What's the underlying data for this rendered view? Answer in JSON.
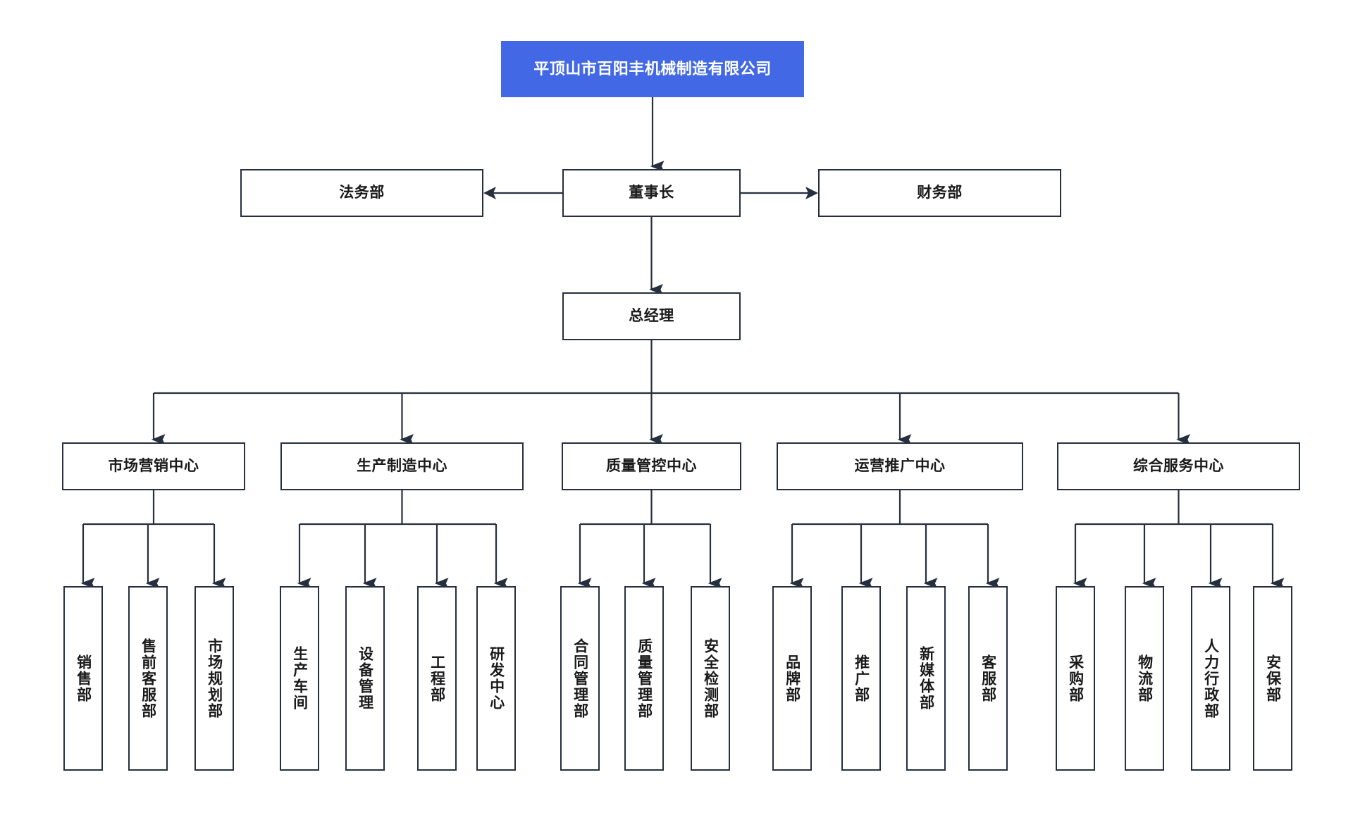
{
  "diagram": {
    "title": "平顶山市百阳丰机械制造有限公司",
    "type": "organization-chart",
    "colors": {
      "root_fill": "#4268e6",
      "root_text": "#ffffff",
      "box_border": "#262f3d",
      "box_fill": "#ffffff",
      "connector": "#262f3d",
      "background": "#ffffff"
    }
  },
  "nodes": {
    "root": {
      "label": "平顶山市百阳丰机械制造有限公司"
    },
    "chairman": {
      "label": "董事长"
    },
    "legal": {
      "label": "法务部"
    },
    "finance": {
      "label": "财务部"
    },
    "general_manager": {
      "label": "总经理"
    },
    "centers": [
      {
        "label": "市场营销中心",
        "children": [
          {
            "label": "销售部"
          },
          {
            "label": "售前客服部"
          },
          {
            "label": "市场规划部"
          }
        ]
      },
      {
        "label": "生产制造中心",
        "children": [
          {
            "label": "生产车间"
          },
          {
            "label": "设备管理"
          },
          {
            "label": "工程部"
          },
          {
            "label": "研发中心"
          }
        ]
      },
      {
        "label": "质量管控中心",
        "children": [
          {
            "label": "合同管理部"
          },
          {
            "label": "质量管理部"
          },
          {
            "label": "安全检测部"
          }
        ]
      },
      {
        "label": "运营推广中心",
        "children": [
          {
            "label": "品牌部"
          },
          {
            "label": "推广部"
          },
          {
            "label": "新媒体部"
          },
          {
            "label": "客服部"
          }
        ]
      },
      {
        "label": "综合服务中心",
        "children": [
          {
            "label": "采购部"
          },
          {
            "label": "物流部"
          },
          {
            "label": "人力行政部"
          },
          {
            "label": "安保部"
          }
        ]
      }
    ]
  }
}
